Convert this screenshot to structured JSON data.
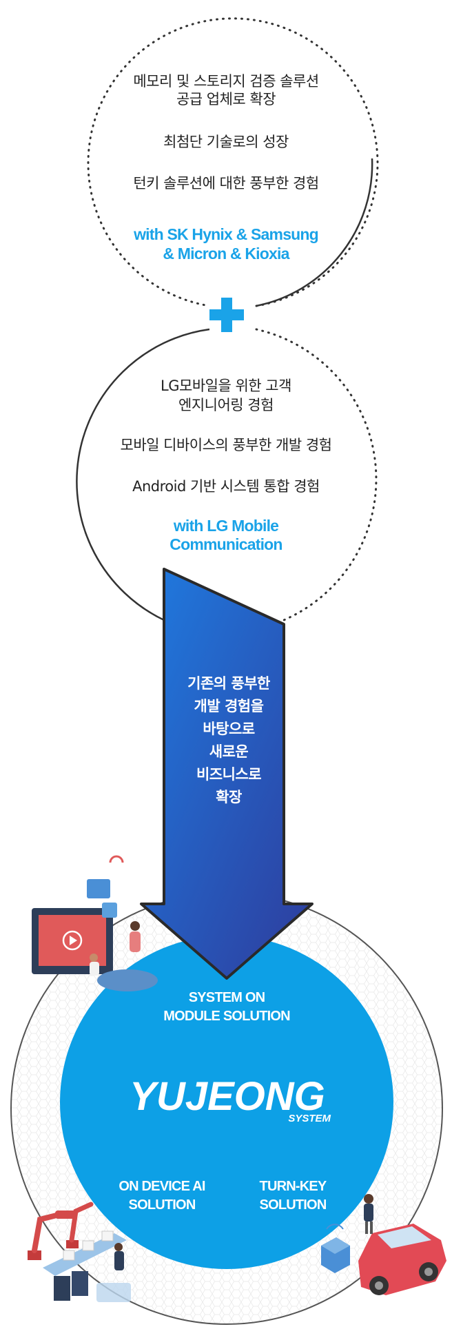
{
  "top_circle": {
    "lines": [
      "메모리 및 스토리지 검증 솔루션",
      "공급 업체로 확장",
      "최첨단 기술로의 성장",
      "턴키 솔루션에 대한 풍부한 경험"
    ],
    "partner": [
      "with SK Hynix & Samsung",
      "& Micron & Kioxia"
    ]
  },
  "plus_icon": "plus-icon",
  "middle_circle": {
    "lines": [
      "LG모바일을 위한 고객",
      "엔지니어링 경험",
      "모바일 디바이스의 풍부한 개발 경험",
      "Android 기반 시스템 통합 경험"
    ],
    "partner": [
      "with LG Mobile",
      "Communication"
    ]
  },
  "arrow": {
    "lines": [
      "기존의 풍부한",
      "개발 경험을",
      "바탕으로",
      "새로운",
      "비즈니스로",
      "확장"
    ]
  },
  "core": {
    "solution_top": [
      "SYSTEM ON",
      "MODULE SOLUTION"
    ],
    "brand": "YUJEONG",
    "brand_sub": "SYSTEM",
    "solution_left": [
      "ON DEVICE AI",
      "SOLUTION"
    ],
    "solution_right": [
      "TURN-KEY",
      "SOLUTION"
    ]
  },
  "colors": {
    "accent_blue": "#1aa3e8",
    "arrow_top": "#1a6fd0",
    "arrow_bottom": "#2b3f9e",
    "core_blue": "#0da0e6"
  }
}
